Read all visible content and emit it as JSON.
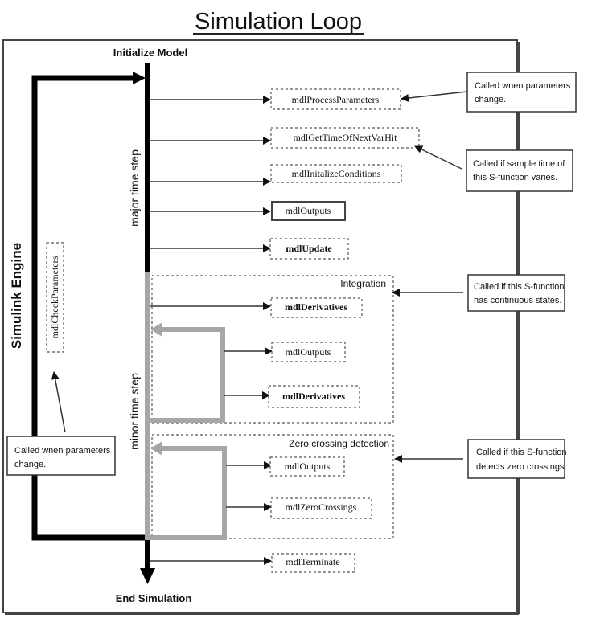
{
  "title": "Simulation Loop",
  "stages": {
    "start": "Initialize Model",
    "end": "End Simulation"
  },
  "engine_label": "Simulink Engine",
  "step_labels": {
    "major": "major time step",
    "minor": "minor time step"
  },
  "groups": {
    "integration": "Integration",
    "zero_crossing": "Zero crossing detection"
  },
  "callbacks": {
    "check_parameters": "mdlCheckParameters",
    "process_parameters": "mdlProcessParameters",
    "get_time_next_var_hit": "mdlGetTimeOfNextVarHit",
    "initialize_conditions": "mdlInitalizeConditions",
    "outputs_major": "mdlOutputs",
    "update": "mdlUpdate",
    "derivatives_1": "mdlDerivatives",
    "outputs_integration": "mdlOutputs",
    "derivatives_2": "mdlDerivatives",
    "outputs_zero_crossing": "mdlOutputs",
    "zero_crossings": "mdlZeroCrossings",
    "terminate": "mdlTerminate"
  },
  "notes": {
    "params_right": [
      "Called wnen parameters",
      " change."
    ],
    "sample_time": [
      "Called if sample time of",
      "this S-function varies."
    ],
    "continuous_states": [
      "Called if this S-function",
      "has continuous states."
    ],
    "zero_crossings": [
      "Called if this S-function",
      "detects zero crossings."
    ],
    "params_left": [
      "Called wnen parameters",
      " change."
    ]
  },
  "colors": {
    "major_bar": "#000000",
    "minor_bar": "#a6a6a6",
    "frame": "#444444"
  }
}
